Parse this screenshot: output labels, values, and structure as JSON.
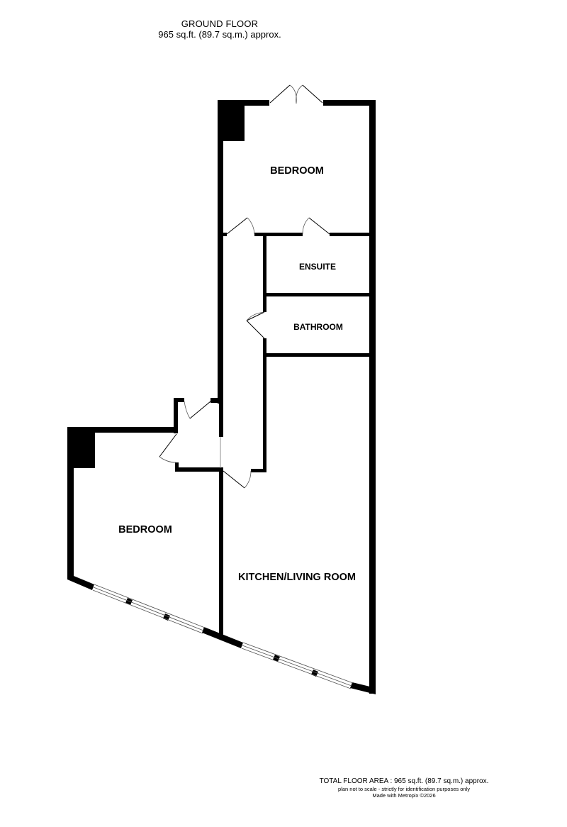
{
  "header": {
    "title": "GROUND FLOOR",
    "area": "965 sq.ft. (89.7 sq.m.) approx."
  },
  "rooms": {
    "bedroom_1": "BEDROOM",
    "ensuite": "ENSUITE",
    "bathroom": "BATHROOM",
    "bedroom_2": "BEDROOM",
    "kitchen_living": "KITCHEN/LIVING ROOM"
  },
  "footer": {
    "total_area": "TOTAL FLOOR AREA : 965 sq.ft. (89.7 sq.m.) approx.",
    "disclaimer": "plan not to scale - strictly for identification purposes only",
    "credit": "Made with Metropix ©2026"
  },
  "colors": {
    "wall": "#000000",
    "background": "#ffffff",
    "window_glazing": "#555555"
  }
}
